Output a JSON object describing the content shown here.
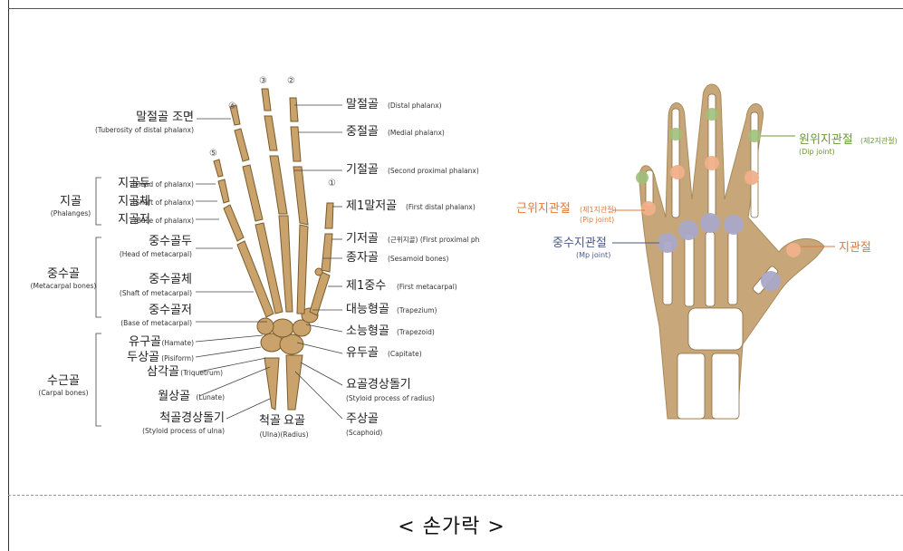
{
  "caption": "< 손가락 >",
  "left": {
    "groups": [
      {
        "ko": "지골",
        "en": "(Phalanges)"
      },
      {
        "ko": "중수골",
        "en": "(Metacarpal bones)"
      },
      {
        "ko": "수근골",
        "en": "(Carpal bones)"
      }
    ],
    "labels_left": [
      {
        "ko": "말절골 조면",
        "en": "(Tuberosity of distal phalanx)"
      },
      {
        "ko": "지골두",
        "en": "(Head of phalanx)"
      },
      {
        "ko": "지골체",
        "en": "(Shaft of phalanx)"
      },
      {
        "ko": "지골저",
        "en": "(Base of phalanx)"
      },
      {
        "ko": "중수골두",
        "en": "(Head of metacarpal)"
      },
      {
        "ko": "중수골체",
        "en": "(Shaft of metacarpal)"
      },
      {
        "ko": "중수골저",
        "en": "(Base of metacarpal)"
      },
      {
        "ko": "유구골",
        "en": "(Hamate)"
      },
      {
        "ko": "두상골",
        "en": "(Pisiform)"
      },
      {
        "ko": "삼각골",
        "en": "(Triquetrum)"
      },
      {
        "ko": "월상골",
        "en": "(Lunate)"
      },
      {
        "ko": "척골경상돌기",
        "en": "(Styloid process of ulna)"
      }
    ],
    "labels_right": [
      {
        "ko": "말절골",
        "en": "(Distal phalanx)"
      },
      {
        "ko": "중절골",
        "en": "(Medial phalanx)"
      },
      {
        "ko": "기절골",
        "en": "(Second proximal phalanx)"
      },
      {
        "ko": "제1말저골",
        "en": "(First distal phalanx)"
      },
      {
        "ko": "기저골",
        "en": "(근위지골) (First proximal ph"
      },
      {
        "ko": "종자골",
        "en": "(Sesamoid bones)"
      },
      {
        "ko": "제1중수",
        "en": "(First metacarpal)"
      },
      {
        "ko": "대능형골",
        "en": "(Trapezium)"
      },
      {
        "ko": "소능형골",
        "en": "(Trapezoid)"
      },
      {
        "ko": "유두골",
        "en": "(Capitate)"
      },
      {
        "ko": "요골경상돌기",
        "en": "(Styloid process of radius)"
      },
      {
        "ko": "주상골",
        "en": "(Scaphoid)"
      }
    ],
    "bottom": [
      {
        "ko": "척골",
        "en": "(Ulna)"
      },
      {
        "ko": "요골",
        "en": "(Radius)"
      }
    ],
    "finger_numbers": [
      "①",
      "②",
      "③",
      "④",
      "⑤"
    ]
  },
  "right": {
    "labels": [
      {
        "ko": "원위지관절",
        "note": "(제2지관절)",
        "en": "(Dip joint)",
        "color": "#6a9a3a"
      },
      {
        "ko": "근위지관절",
        "note": "(제1지관절)",
        "en": "(Pip joint)",
        "color": "#e07a3a"
      },
      {
        "ko": "중수지관절",
        "note": "",
        "en": "(Mp joint)",
        "color": "#4a5a8a"
      },
      {
        "ko": "지관절",
        "note": "",
        "en": "",
        "color": "#e07a3a"
      }
    ]
  },
  "colors": {
    "bone": "#c9a36b",
    "bone_dark": "#8a6a3a",
    "skin": "#c7a77a",
    "dip": "#9fc07a",
    "pip": "#f2b08a",
    "mp": "#a9a9c9"
  }
}
